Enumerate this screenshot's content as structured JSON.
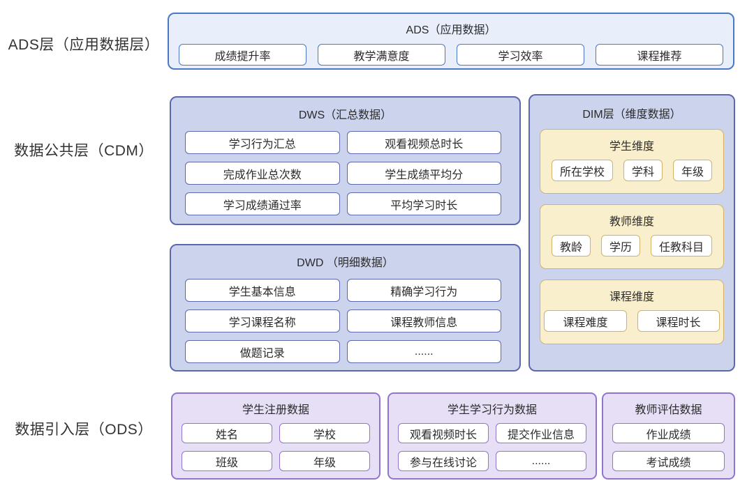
{
  "layers": {
    "ads": {
      "side_label": "ADS层（应用数据层）",
      "title": "ADS（应用数据）",
      "items": [
        "成绩提升率",
        "教学满意度",
        "学习效率",
        "课程推荐"
      ]
    },
    "cdm": {
      "side_label": "数据公共层（CDM）",
      "dws": {
        "title": "DWS（汇总数据）",
        "items": [
          "学习行为汇总",
          "观看视频总时长",
          "完成作业总次数",
          "学生成绩平均分",
          "学习成绩通过率",
          "平均学习时长"
        ]
      },
      "dwd": {
        "title": "DWD （明细数据）",
        "items": [
          "学生基本信息",
          "精确学习行为",
          "学习课程名称",
          "课程教师信息",
          "做题记录",
          "......"
        ]
      },
      "dim": {
        "title": "DIM层（维度数据）",
        "groups": [
          {
            "title": "学生维度",
            "items": [
              "所在学校",
              "学科",
              "年级"
            ]
          },
          {
            "title": "教师维度",
            "items": [
              "教龄",
              "学历",
              "任教科目"
            ]
          },
          {
            "title": "课程维度",
            "items": [
              "课程难度",
              "课程时长"
            ]
          }
        ]
      }
    },
    "ods": {
      "side_label": "数据引入层（ODS）",
      "groups": [
        {
          "title": "学生注册数据",
          "items": [
            "姓名",
            "学校",
            "班级",
            "年级"
          ]
        },
        {
          "title": "学生学习行为数据",
          "items": [
            "观看视频时长",
            "提交作业信息",
            "参与在线讨论",
            "......"
          ]
        },
        {
          "title": "教师评估数据",
          "items": [
            "作业成绩",
            "考试成绩"
          ]
        }
      ]
    }
  },
  "colors": {
    "ads_bg": "#e9eefb",
    "ads_border": "#4b77c9",
    "cdm_bg": "#ccd3ec",
    "cdm_border": "#5c67ae",
    "dim_group_bg": "#faefcd",
    "dim_group_border": "#d2b269",
    "ods_bg": "#e7dff6",
    "ods_border": "#9174ce",
    "chip_bg": "#ffffff",
    "text": "#2d2d2d"
  }
}
